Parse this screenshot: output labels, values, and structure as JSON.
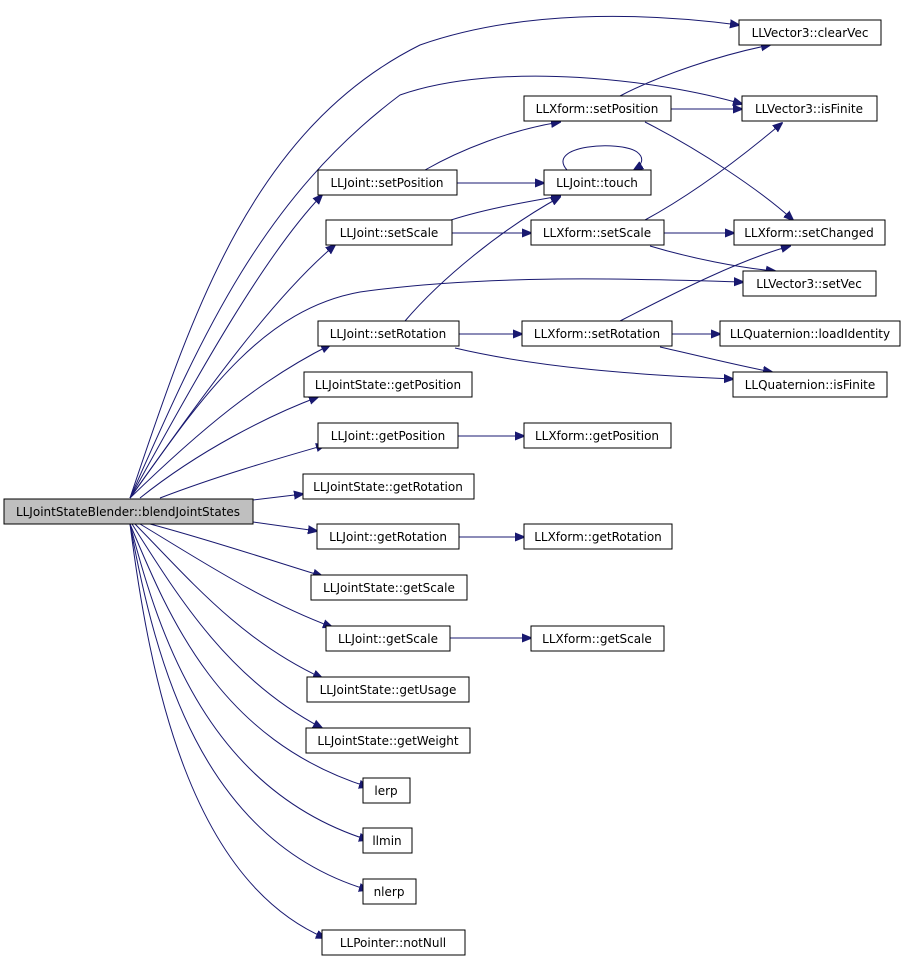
{
  "nodes": {
    "root": "LLJointStateBlender::blendJointStates",
    "vec_clearvec": "LLVector3::clearVec",
    "xf_setpos": "LLXform::setPosition",
    "vec_isfinite": "LLVector3::isFinite",
    "j_setpos": "LLJoint::setPosition",
    "j_touch": "LLJoint::touch",
    "j_setscale": "LLJoint::setScale",
    "xf_setscale": "LLXform::setScale",
    "xf_setchanged": "LLXform::setChanged",
    "vec_setvec": "LLVector3::setVec",
    "j_setrot": "LLJoint::setRotation",
    "xf_setrot": "LLXform::setRotation",
    "q_loadid": "LLQuaternion::loadIdentity",
    "q_isfinite": "LLQuaternion::isFinite",
    "js_getpos": "LLJointState::getPosition",
    "j_getpos": "LLJoint::getPosition",
    "xf_getpos": "LLXform::getPosition",
    "js_getrot": "LLJointState::getRotation",
    "j_getrot": "LLJoint::getRotation",
    "xf_getrot": "LLXform::getRotation",
    "js_getscale": "LLJointState::getScale",
    "j_getscale": "LLJoint::getScale",
    "xf_getscale": "LLXform::getScale",
    "js_getusage": "LLJointState::getUsage",
    "js_getweight": "LLJointState::getWeight",
    "lerp": "lerp",
    "llmin": "llmin",
    "nlerp": "nlerp",
    "ptr_notnull": "LLPointer::notNull"
  },
  "colors": {
    "edge": "#191970",
    "root_fill": "#bfbfbf",
    "node_fill": "#ffffff",
    "node_stroke": "#000000"
  }
}
